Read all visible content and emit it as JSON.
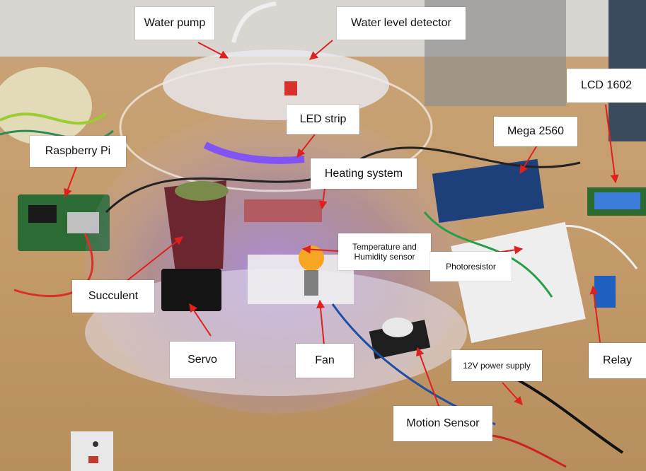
{
  "labels": {
    "water_pump": "Water pump",
    "water_level_detector": "Water level detector",
    "lcd": "LCD 1602",
    "raspberry_pi": "Raspberry Pi",
    "led_strip": "LED strip",
    "mega": "Mega 2560",
    "heating_system": "Heating system",
    "temp_humidity_line1": "Temperature and",
    "temp_humidity_line2": "Humidity sensor",
    "photoresistor": "Photoresistor",
    "succulent": "Succulent",
    "servo": "Servo",
    "fan": "Fan",
    "power_supply": "12V power supply",
    "relay": "Relay",
    "motion_sensor": "Motion Sensor"
  },
  "colors": {
    "arrow": "#e0201c",
    "led_glow": "#7a4cff",
    "table": "#c59c6c"
  }
}
